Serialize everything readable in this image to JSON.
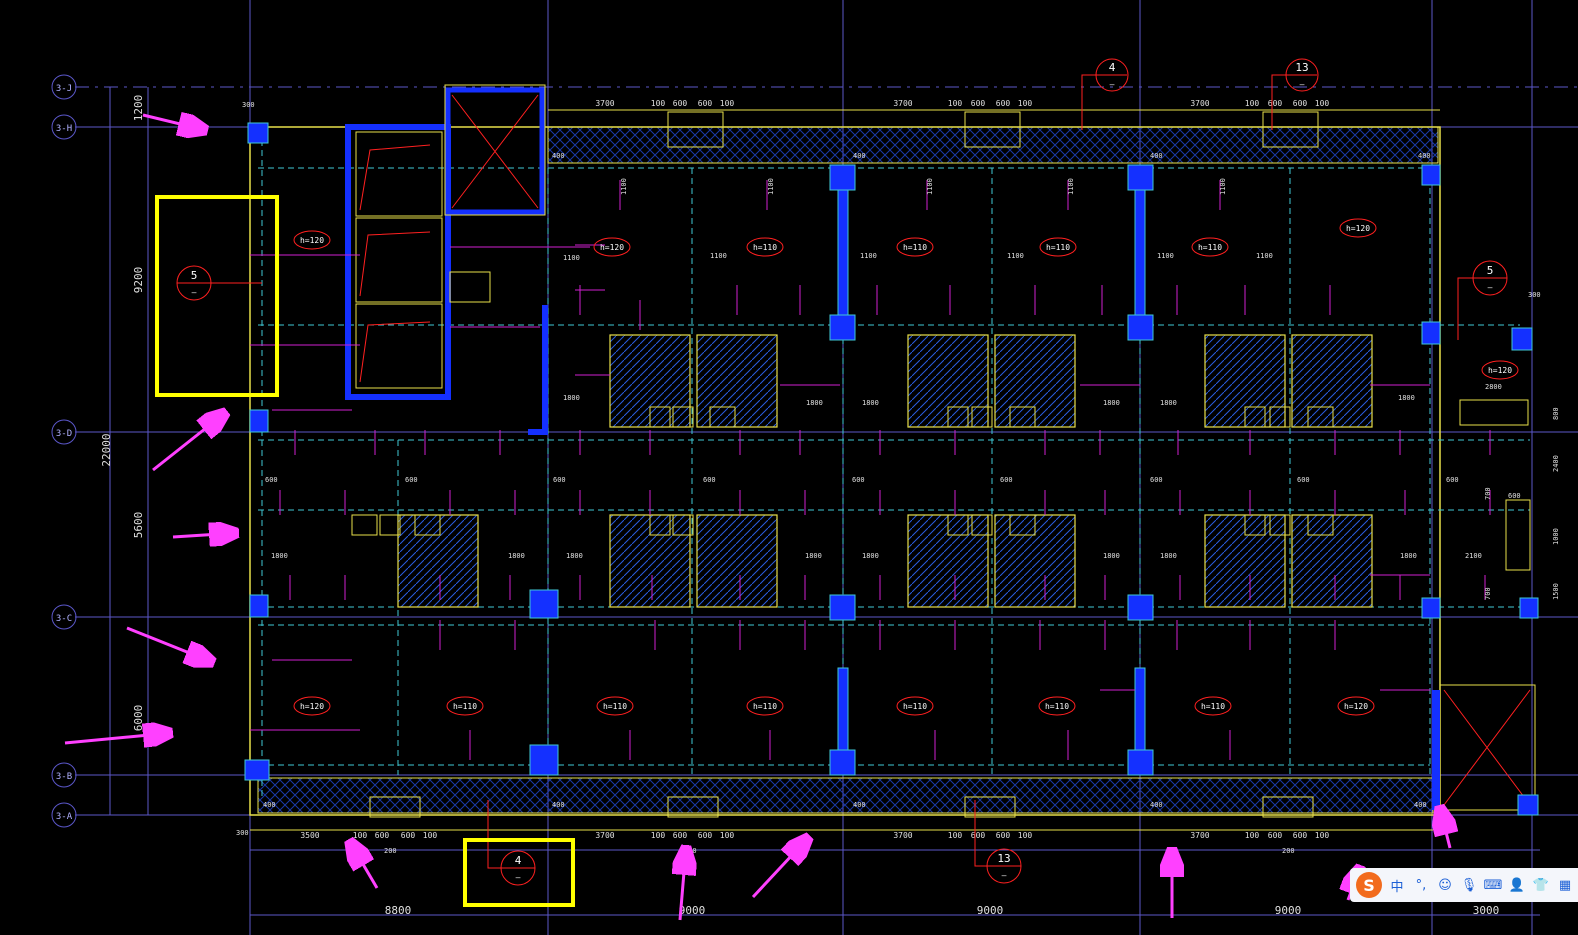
{
  "grid": {
    "row_labels": [
      "3-J",
      "3-H",
      "3-D",
      "3-C",
      "3-B",
      "3-A"
    ]
  },
  "left_dims": [
    "1200",
    "9200",
    "5600",
    "6000"
  ],
  "total_dim": "22000",
  "bottom_dims": [
    "8800",
    "9000",
    "9000",
    "9000",
    "3000"
  ],
  "top_dims": [
    "3700",
    "100",
    "600",
    "600",
    "100",
    "3700",
    "100",
    "600",
    "600",
    "100",
    "3700",
    "100",
    "600",
    "600",
    "100"
  ],
  "bottom_sub_dims": [
    "3500",
    "100",
    "600",
    "600",
    "100",
    "3700",
    "100",
    "600",
    "600",
    "100",
    "3700",
    "100",
    "600",
    "600",
    "100",
    "3700",
    "100",
    "600",
    "600",
    "100"
  ],
  "callouts": {
    "top_4": {
      "num": "4",
      "sub": "—"
    },
    "top_13": {
      "num": "13",
      "sub": "—"
    },
    "left_5": {
      "num": "5",
      "sub": "—"
    },
    "right_5": {
      "num": "5",
      "sub": "—"
    },
    "bottom_4": {
      "num": "4",
      "sub": "—"
    },
    "bottom_13": {
      "num": "13",
      "sub": "—"
    }
  },
  "slab_tags": [
    "h=120",
    "h=120",
    "h=110",
    "h=110",
    "h=110",
    "h=110",
    "h=120",
    "h=120",
    "h=120",
    "h=110",
    "h=110",
    "h=110",
    "h=110",
    "h=110",
    "h=110",
    "h=120"
  ],
  "beam_dims": [
    "1100",
    "1800",
    "600",
    "400",
    "700",
    "2100",
    "1500",
    "200",
    "300",
    "1000",
    "800",
    "2400",
    "2800"
  ],
  "ime": {
    "logo": "S",
    "lang": "中",
    "punct": "°,",
    "emoji": "☺",
    "mic": "🎙",
    "keyboard": "⌨",
    "user": "👤",
    "shirt": "👕",
    "grid": "▦"
  },
  "colors": {
    "background": "#000000",
    "grid_line": "#5b57c9",
    "wall_yellow": "#e8e04a",
    "slab_cyan": "#3fc8d4",
    "rebar_magenta": "#d020d0",
    "column_blue": "#1430ff",
    "highlight_yellow": "#ffff00",
    "callout_red": "#ff2020",
    "arrow_magenta": "#ff40ff"
  }
}
